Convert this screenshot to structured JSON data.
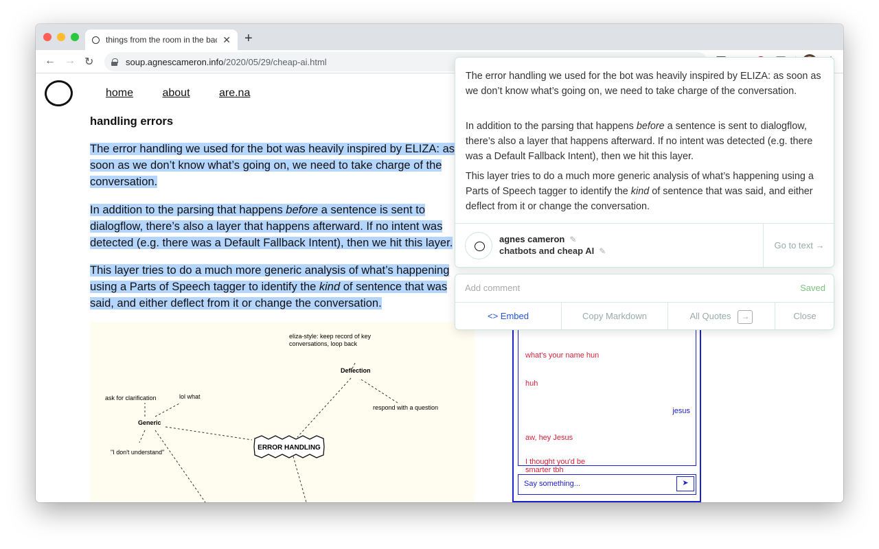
{
  "browser": {
    "tab_title": "things from the room in the back",
    "tab_close": "✕",
    "new_tab": "+",
    "url_host": "soup.agnescameron.info",
    "url_path": "/2020/05/29/cheap-ai.html",
    "icons": [
      "back-icon",
      "forward-icon",
      "reload-icon",
      "lock-icon",
      "star-icon",
      "pocket-icon",
      "feather-icon",
      "opera-icon",
      "enter-icon",
      "avatar",
      "menu-icon"
    ]
  },
  "site": {
    "nav": [
      "home",
      "about",
      "are.na"
    ]
  },
  "article": {
    "section_title": "handling errors",
    "p1": "The error handling we used for the bot was heavily inspired by ELIZA: as soon as we don’t know what’s going on, we need to take charge of the conversation.",
    "p2_a": "In addition to the parsing that happens ",
    "p2_em": "before",
    "p2_b": " a sentence is sent to dialogflow, there’s also a layer that happens afterward. If no intent was detected (e.g. there was a Default Fallback Intent), then we hit this layer.",
    "p3_a": "This layer tries to do a much more generic analysis of what’s happening using a Parts of Speech tagger to identify the ",
    "p3_em": "kind",
    "p3_b": " of sentence that was said, and either deflect from it or change the conversation."
  },
  "diagram": {
    "eliza_line1": "eliza-style: keep record of key",
    "eliza_line2": "conversations, loop back",
    "deflection": "Deflection",
    "respond": "respond with a question",
    "ask": "ask for clarification",
    "lol": "lol what",
    "generic": "Generic",
    "dont_understand": "\"I don't understand\"",
    "error_handling": "ERROR HANDLING"
  },
  "chat": {
    "messages": [
      {
        "from": "bot",
        "text": "what's your name hun"
      },
      {
        "from": "bot",
        "text": "huh"
      },
      {
        "from": "user",
        "text": "jesus"
      },
      {
        "from": "bot",
        "text": "aw, hey Jesus"
      },
      {
        "from": "bot",
        "text": "I thought you'd be smarter tbh"
      }
    ],
    "input_placeholder": "Say something...",
    "send_icon": "send-icon"
  },
  "popup": {
    "quote1": "The error handling we used for the bot was heavily inspired by ELIZA: as soon as we don’t know what’s going on, we need to take charge of the conversation.",
    "quote2_a": "In addition to the parsing that happens ",
    "quote2_em": "before",
    "quote2_b": " a sentence is sent to dialogflow, there’s also a layer that happens afterward. If no intent was detected (e.g. there was a Default Fallback Intent), then we hit this layer.",
    "quote3_a": "This layer tries to do a much more generic analysis of what’s happening using a Parts of Speech tagger to identify the ",
    "quote3_em": "kind",
    "quote3_b": " of sentence that was said, and either deflect from it or change the conversation.",
    "author": "agnes cameron",
    "title": "chatbots and cheap AI",
    "go_to_text": "Go to text →",
    "comment_placeholder": "Add comment",
    "saved": "Saved",
    "embed": "<> Embed",
    "copy_markdown": "Copy Markdown",
    "all_quotes": "All Quotes",
    "all_quotes_icon": "→",
    "close": "Close"
  }
}
